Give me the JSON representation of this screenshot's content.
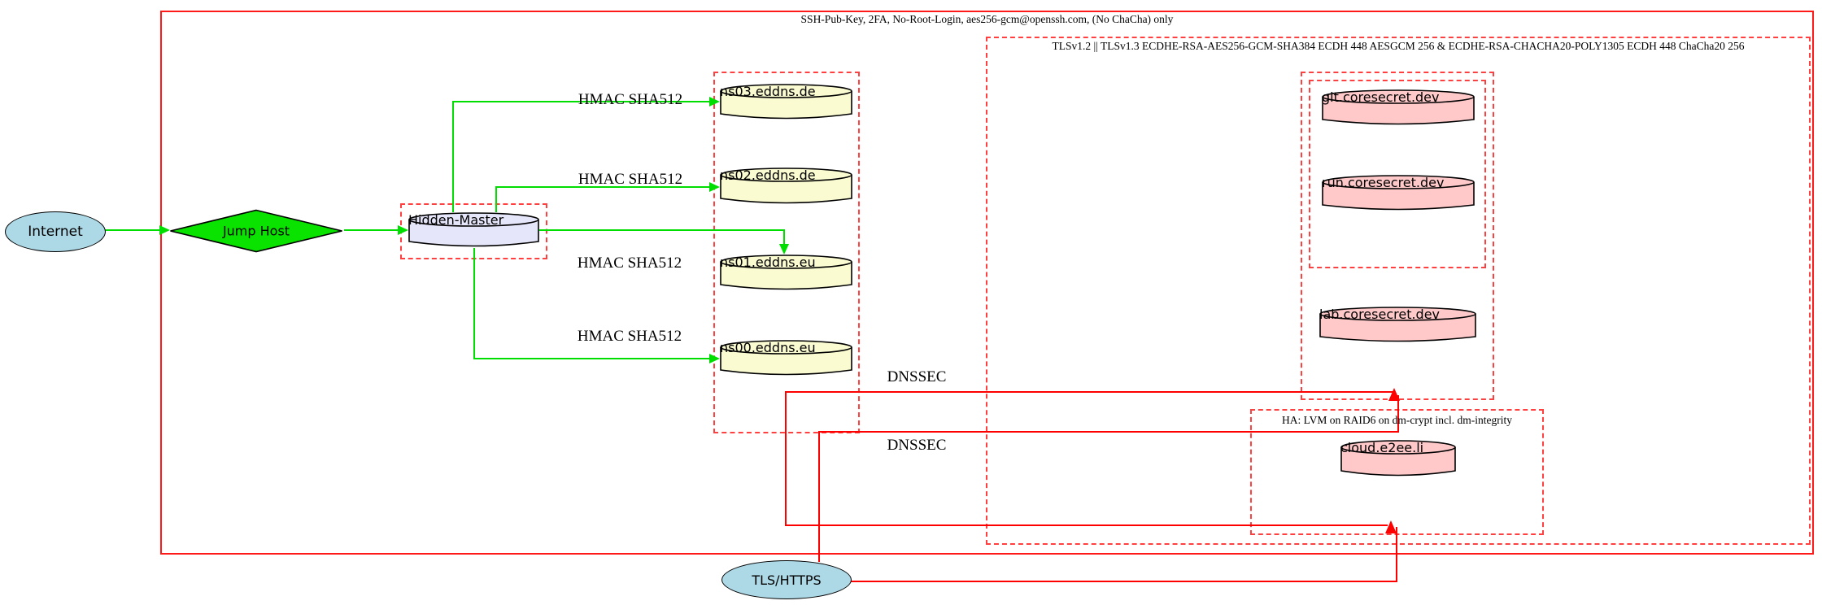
{
  "diagram": {
    "clusters": {
      "outer_label": "SSH-Pub-Key, 2FA, No-Root-Login, aes256-gcm@openssh.com, (No ChaCha) only",
      "tls_label": "TLSv1.2 || TLSv1.3 ECDHE-RSA-AES256-GCM-SHA384 ECDH 448 AESGCM 256 & ECDHE-RSA-CHACHA20-POLY1305 ECDH 448 ChaCha20 256",
      "ha_label": "HA: LVM on RAID6 on dm-crypt incl. dm-integrity"
    },
    "nodes": {
      "internet": "Internet",
      "jump_host": "Jump Host",
      "hidden_master": "Hidden-Master",
      "ns03": "ns03.eddns.de",
      "ns02": "ns02.eddns.de",
      "ns01": "ns01.eddns.eu",
      "ns00": "ns00.eddns.eu",
      "git": "git.coresecret.dev",
      "run": "run.coresecret.dev",
      "lab": "lab.coresecret.dev",
      "cloud": "cloud.e2ee.li",
      "tls": "TLS/HTTPS"
    },
    "edge_labels": {
      "hmac_ns03": "HMAC SHA512",
      "hmac_ns02": "HMAC SHA512",
      "hmac_ns01": "HMAC SHA512",
      "hmac_ns00": "HMAC SHA512",
      "dnssec_top": "DNSSEC",
      "dnssec_bottom": "DNSSEC"
    },
    "colors": {
      "green_edge": "#00dd00",
      "red_edge": "#ff0000",
      "dashed_border_red": "#ff4040",
      "node_blue": "#add8e6",
      "node_yellow": "#fbfbd2",
      "node_lavender": "#e6e6fa",
      "node_pink": "#ffc9c9",
      "diamond_green": "#0ae200"
    }
  }
}
